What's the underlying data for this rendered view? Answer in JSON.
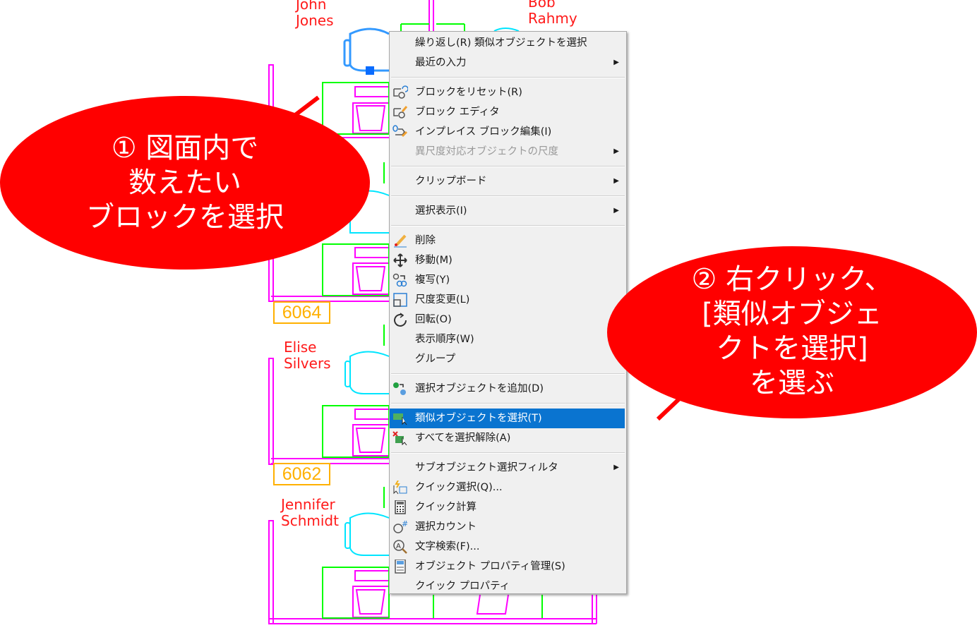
{
  "drawing": {
    "occupants": [
      "John\nJones",
      "Bob\nRahmy",
      "Elise\nSilvers",
      "Jennifer\nSchmidt"
    ],
    "room_numbers": [
      "6064",
      "6062"
    ]
  },
  "context_menu": {
    "items": [
      {
        "label": "繰り返し(R) 類似オブジェクトを選択",
        "icon": "none"
      },
      {
        "label": "最近の入力",
        "submenu": true
      },
      {
        "label": "ブロックをリセット(R)",
        "icon": "block-reset-icon"
      },
      {
        "label": "ブロック エディタ",
        "icon": "block-editor-icon"
      },
      {
        "label": "インプレイス ブロック編集(I)",
        "icon": "inplace-edit-icon"
      },
      {
        "label": "異尺度対応オブジェクトの尺度",
        "submenu": true,
        "disabled": true
      },
      {
        "label": "クリップボード",
        "submenu": true
      },
      {
        "label": "選択表示(I)",
        "submenu": true
      },
      {
        "label": "削除",
        "icon": "erase-icon"
      },
      {
        "label": "移動(M)",
        "icon": "move-icon"
      },
      {
        "label": "複写(Y)",
        "icon": "copy-icon"
      },
      {
        "label": "尺度変更(L)",
        "icon": "scale-icon"
      },
      {
        "label": "回転(O)",
        "icon": "rotate-icon"
      },
      {
        "label": "表示順序(W)"
      },
      {
        "label": "グループ"
      },
      {
        "label": "選択オブジェクトを追加(D)",
        "icon": "add-selected-icon"
      },
      {
        "label": "類似オブジェクトを選択(T)",
        "icon": "select-similar-icon",
        "highlighted": true
      },
      {
        "label": "すべてを選択解除(A)",
        "icon": "deselect-all-icon"
      },
      {
        "label": "サブオブジェクト選択フィルタ",
        "submenu": true
      },
      {
        "label": "クイック選択(Q)...",
        "icon": "quick-select-icon"
      },
      {
        "label": "クイック計算",
        "icon": "calculator-icon"
      },
      {
        "label": "選択カウント",
        "icon": "count-icon"
      },
      {
        "label": "文字検索(F)...",
        "icon": "find-text-icon"
      },
      {
        "label": "オブジェクト プロパティ管理(S)",
        "icon": "properties-icon"
      },
      {
        "label": "クイック プロパティ"
      }
    ]
  },
  "callouts": [
    {
      "text": "① 図面内で\n数えたい\nブロックを選択"
    },
    {
      "text": "② 右クリック、\n[類似オブジェ\nクトを選択]\nを選ぶ"
    }
  ],
  "colors": {
    "callout": "#ff0000",
    "highlight": "#0a74d0",
    "wall": "#ff00ff",
    "desk": "#00ff00",
    "chair": "#00e5ff",
    "tag": "#ffb000"
  }
}
